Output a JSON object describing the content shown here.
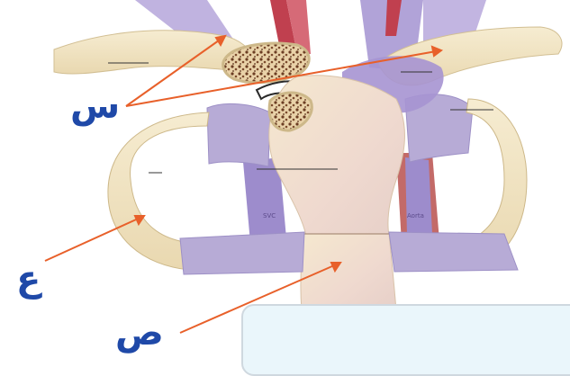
{
  "labels": {
    "s": "س",
    "ain": "ع",
    "sad": "ص"
  },
  "vessel_labels": {
    "svc": "SVC",
    "aorta": "Aorta"
  },
  "colors": {
    "label": "#1f49a8",
    "arrow": "#e8602a",
    "bone": "#f3e6c4",
    "cartilage": "#b7abd6",
    "ligament": "#8f7dc4",
    "vessel_red": "#c0404f",
    "answer_box": "#eaf6fb"
  }
}
